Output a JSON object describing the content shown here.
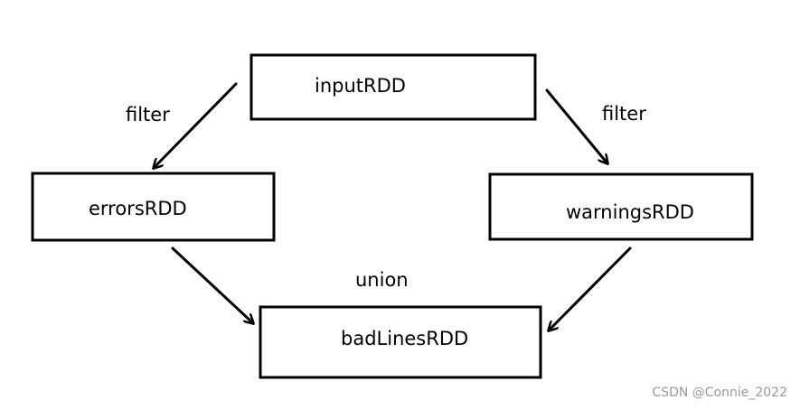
{
  "nodes": {
    "input": "inputRDD",
    "errors": "errorsRDD",
    "warnings": "warningsRDD",
    "bad_lines": "badLinesRDD"
  },
  "edges": {
    "filter_left": "filter",
    "filter_right": "filter",
    "union": "union"
  },
  "watermark": "CSDN @Connie_2022",
  "colors": {
    "stroke": "#000000",
    "background": "#ffffff",
    "watermark": "#9a9a9a"
  }
}
